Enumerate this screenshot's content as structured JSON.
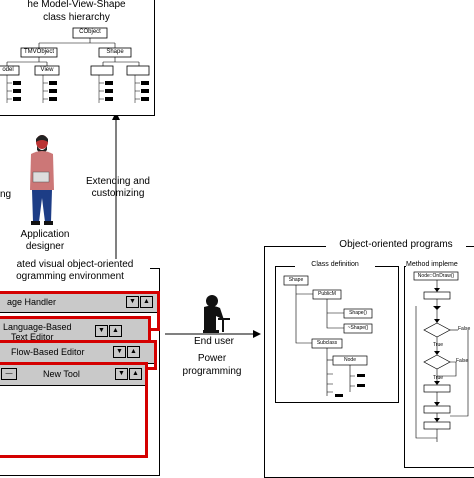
{
  "mvs": {
    "title_line1": "he Model-View-Shape",
    "title_line2": "class hierarchy",
    "root": "CObject",
    "tmv": "TMVObject",
    "shape": "Shape",
    "model": "odel",
    "view": "View"
  },
  "arrow_label": {
    "line1": "Extending and",
    "line2": "customizing"
  },
  "left_cut": "ng",
  "designer": {
    "line1": "Application",
    "line2": "designer"
  },
  "env": {
    "line1": "ated visual object-oriented",
    "line2": "ogramming environment"
  },
  "windows": {
    "w1": "age Handler",
    "w2_line1": "Language-Based",
    "w2_line2": "Text Editor",
    "w3": "Flow-Based Editor",
    "w4": "New Tool"
  },
  "enduser": {
    "label": "End user",
    "line1": "Power",
    "line2": "programming"
  },
  "oop": {
    "title": "Object-oriented programs",
    "class_def": "Class definition",
    "shape": "Shape",
    "publicm": "PublicM",
    "shape_ctor": "Shape()",
    "shape_dtor": "~Shape()",
    "subclass": "Subclass",
    "node": "Node",
    "method_title": "Method impleme",
    "node_ondraw": "Node::OnDraw()",
    "false1": "False",
    "true1": "True",
    "false2": "False",
    "true2": "True"
  },
  "colors": {
    "window_border": "#d40000",
    "titlebar": "#c9c9c9"
  }
}
